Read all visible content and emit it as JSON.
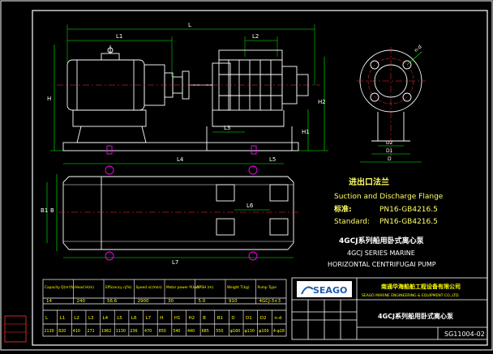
{
  "colors": {
    "background": "#000000",
    "outline": "#ffffff",
    "dimension": "#00ff00",
    "centerline": "#ff3333",
    "flange": "#ff00ff",
    "title_text": "#ffff66",
    "label_text": "#ffffff",
    "table_text": "#ffff00",
    "logo_blue": "#1f5aa8"
  },
  "dimensions": {
    "L": "L",
    "L1": "L1",
    "L2": "L2",
    "L3": "L3",
    "L4": "L4",
    "L5": "L5",
    "L6": "L6",
    "L7": "L7",
    "H": "H",
    "H1": "H1",
    "H2": "H2",
    "B": "B",
    "B1": "B1",
    "D": "D",
    "D1": "D1",
    "D2": "D2",
    "d": "n-d"
  },
  "flange_note": {
    "title_cn": "进出口法兰",
    "title_en": "Suction and Discharge Flange",
    "std_cn_label": "标准:",
    "std_cn_value": "PN16-GB4216.5",
    "std_en_label": "Standard:",
    "std_en_value": "PN16-GB4216.5"
  },
  "pump_title": {
    "cn": "4GCJ系列船用卧式离心泵",
    "en1": "4GCJ SERIES MARINE",
    "en2": "HORIZONTAL CENTRIFUGAI PUMP"
  },
  "spec_table": {
    "headers": [
      "Capacity Q(m³/h)",
      "Head H(m)",
      "Efficiency η(%)",
      "Speed n(r/min)",
      "Motor power P(kw)",
      "NPSH (m)",
      "Weight T(kg)",
      "Pump Type"
    ],
    "row1": [
      "14",
      "240",
      "56.6",
      "2900",
      "30",
      "5.0",
      "910",
      "4GCJ-3×3"
    ],
    "dim_headers": [
      "L",
      "L1",
      "L2",
      "L3",
      "L4",
      "L5",
      "L6",
      "L7",
      "H",
      "H1",
      "H2",
      "B",
      "B1",
      "D",
      "D1",
      "D2",
      "n-d"
    ],
    "dim_values": [
      "2130",
      "820",
      "410",
      "271",
      "1962",
      "1130",
      "236",
      "470",
      "850",
      "540",
      "440",
      "685",
      "550",
      "φ160",
      "φ130",
      "φ100",
      "4-φ18"
    ]
  },
  "company": {
    "logo_text": "SEAGO",
    "name_cn": "南通华海船舶工程设备有限公司",
    "name_en": "SEAGO MARINE ENGINEERING & EQUIPMENT CO.,LTD."
  },
  "drawing_title": "4GCJ系列船用卧式离心泵",
  "drawing_number": "SG11004-02"
}
